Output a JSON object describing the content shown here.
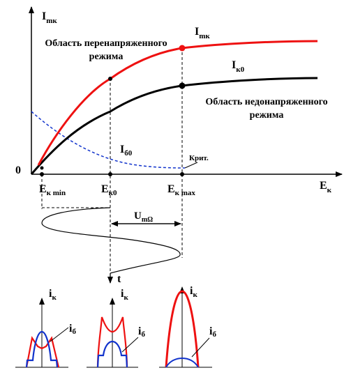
{
  "labels": {
    "i_mk_axis": "I",
    "i_mk_axis_sub": "mк",
    "region_over_line1": "Область перенапряженного",
    "region_over_line2": "режима",
    "i_mk_curve": "I",
    "i_mk_curve_sub": "mк",
    "i_k0_curve": "I",
    "i_k0_curve_sub": "к0",
    "region_under_line1": "Область недонапряженного",
    "region_under_line2": "режима",
    "i_b0": "I",
    "i_b0_sub": "б0",
    "krit": "Крит.",
    "zero": "0",
    "e_k_axis": "E",
    "e_k_axis_sub": "к",
    "e_kmin": "E",
    "e_kmin_sub": "к min",
    "e_k0": "E",
    "e_k0_sub": "к0",
    "e_kmax": "E",
    "e_kmax_sub": "к max",
    "u_m_omega": "U",
    "u_m_omega_sub": "mΩ",
    "t_axis": "t",
    "pulse1_ik": "i",
    "pulse1_ik_sub": "к",
    "pulse1_ib": "i",
    "pulse1_ib_sub": "б",
    "pulse2_ik": "i",
    "pulse2_ik_sub": "к",
    "pulse2_ib": "i",
    "pulse2_ib_sub": "б",
    "pulse3_ik": "i",
    "pulse3_ik_sub": "к",
    "pulse3_ib": "i",
    "pulse3_ib_sub": "б"
  },
  "colors": {
    "i_mk": "#ee1111",
    "i_k0": "#000000",
    "i_b0": "#1133cc",
    "axis": "#000000"
  }
}
